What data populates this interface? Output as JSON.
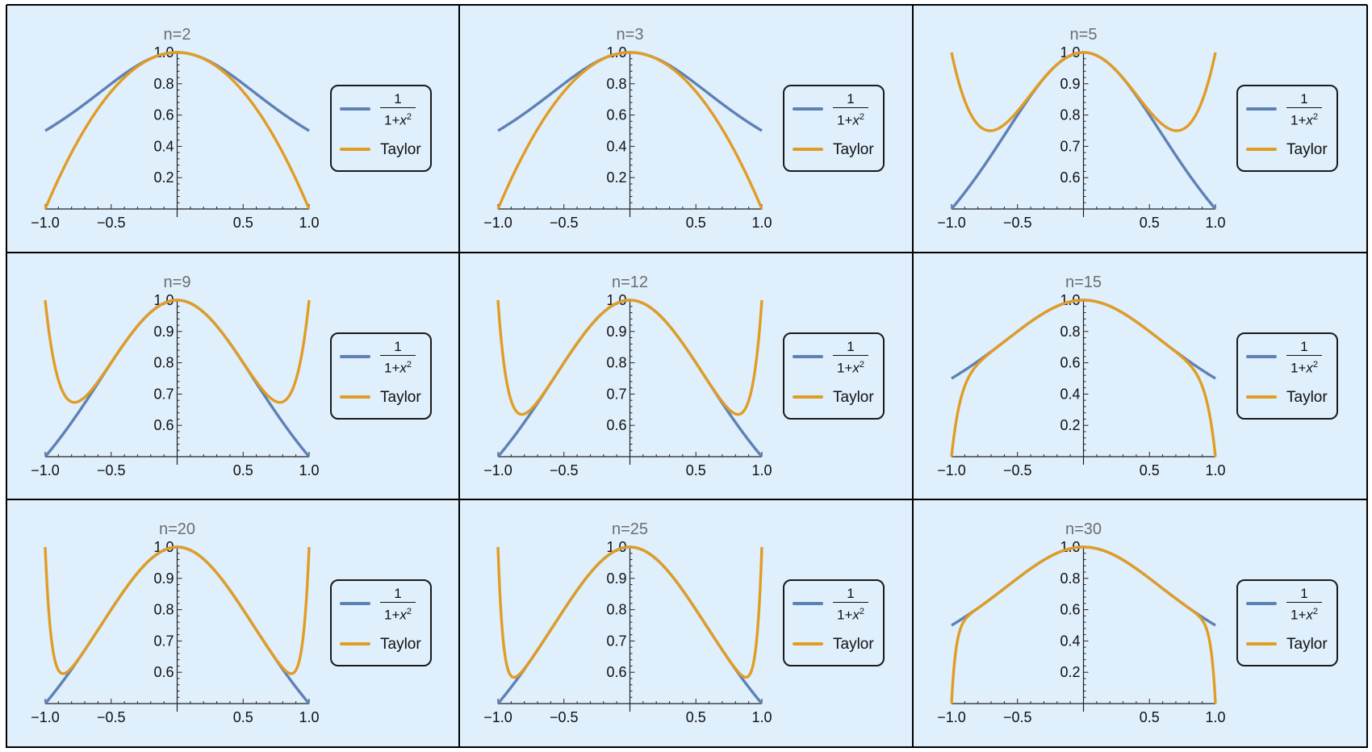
{
  "colors": {
    "background": "#dfeffc",
    "exact": "#5e81b5",
    "taylor": "#e19c24",
    "axis": "#222222",
    "title": "#6d6d6d"
  },
  "legend": {
    "exact_numerator": "1",
    "exact_denominator_prefix": "1+",
    "exact_denominator_var": "x",
    "exact_denominator_exp": "2",
    "taylor_label": "Taylor"
  },
  "chart_data": [
    {
      "type": "line",
      "title": "n=2",
      "n": 2,
      "xlim": [
        -1,
        1
      ],
      "ylim": [
        0,
        1.0
      ],
      "x_ticks": [
        "−1.0",
        "−0.5",
        "0.5",
        "1.0"
      ],
      "y_ticks": [
        "0.2",
        "0.4",
        "0.6",
        "0.8",
        "1.0"
      ],
      "series": [
        {
          "name": "1/(1+x^2)",
          "function": "1/(1+x^2)"
        },
        {
          "name": "Taylor",
          "function": "sum_{k<=n/2} (-x^2)^k"
        }
      ]
    },
    {
      "type": "line",
      "title": "n=3",
      "n": 3,
      "xlim": [
        -1,
        1
      ],
      "ylim": [
        0,
        1.0
      ],
      "x_ticks": [
        "−1.0",
        "−0.5",
        "0.5",
        "1.0"
      ],
      "y_ticks": [
        "0.2",
        "0.4",
        "0.6",
        "0.8",
        "1.0"
      ],
      "series": [
        {
          "name": "1/(1+x^2)",
          "function": "1/(1+x^2)"
        },
        {
          "name": "Taylor",
          "function": "sum_{k<=n/2} (-x^2)^k"
        }
      ]
    },
    {
      "type": "line",
      "title": "n=5",
      "n": 5,
      "xlim": [
        -1,
        1
      ],
      "ylim": [
        0.5,
        1.0
      ],
      "x_ticks": [
        "−1.0",
        "−0.5",
        "0.5",
        "1.0"
      ],
      "y_ticks": [
        "0.6",
        "0.7",
        "0.8",
        "0.9",
        "1.0"
      ],
      "series": [
        {
          "name": "1/(1+x^2)",
          "function": "1/(1+x^2)"
        },
        {
          "name": "Taylor",
          "function": "sum_{k<=n/2} (-x^2)^k"
        }
      ]
    },
    {
      "type": "line",
      "title": "n=9",
      "n": 9,
      "xlim": [
        -1,
        1
      ],
      "ylim": [
        0.5,
        1.0
      ],
      "x_ticks": [
        "−1.0",
        "−0.5",
        "0.5",
        "1.0"
      ],
      "y_ticks": [
        "0.6",
        "0.7",
        "0.8",
        "0.9",
        "1.0"
      ],
      "series": [
        {
          "name": "1/(1+x^2)",
          "function": "1/(1+x^2)"
        },
        {
          "name": "Taylor",
          "function": "sum_{k<=n/2} (-x^2)^k"
        }
      ]
    },
    {
      "type": "line",
      "title": "n=12",
      "n": 12,
      "xlim": [
        -1,
        1
      ],
      "ylim": [
        0.5,
        1.0
      ],
      "x_ticks": [
        "−1.0",
        "−0.5",
        "0.5",
        "1.0"
      ],
      "y_ticks": [
        "0.6",
        "0.7",
        "0.8",
        "0.9",
        "1.0"
      ],
      "series": [
        {
          "name": "1/(1+x^2)",
          "function": "1/(1+x^2)"
        },
        {
          "name": "Taylor",
          "function": "sum_{k<=n/2} (-x^2)^k"
        }
      ]
    },
    {
      "type": "line",
      "title": "n=15",
      "n": 15,
      "xlim": [
        -1,
        1
      ],
      "ylim": [
        0,
        1.0
      ],
      "x_ticks": [
        "−1.0",
        "−0.5",
        "0.5",
        "1.0"
      ],
      "y_ticks": [
        "0.2",
        "0.4",
        "0.6",
        "0.8",
        "1.0"
      ],
      "series": [
        {
          "name": "1/(1+x^2)",
          "function": "1/(1+x^2)"
        },
        {
          "name": "Taylor",
          "function": "sum_{k<=n/2} (-x^2)^k"
        }
      ]
    },
    {
      "type": "line",
      "title": "n=20",
      "n": 20,
      "xlim": [
        -1,
        1
      ],
      "ylim": [
        0.5,
        1.0
      ],
      "x_ticks": [
        "−1.0",
        "−0.5",
        "0.5",
        "1.0"
      ],
      "y_ticks": [
        "0.6",
        "0.7",
        "0.8",
        "0.9",
        "1.0"
      ],
      "series": [
        {
          "name": "1/(1+x^2)",
          "function": "1/(1+x^2)"
        },
        {
          "name": "Taylor",
          "function": "sum_{k<=n/2} (-x^2)^k"
        }
      ]
    },
    {
      "type": "line",
      "title": "n=25",
      "n": 25,
      "xlim": [
        -1,
        1
      ],
      "ylim": [
        0.5,
        1.0
      ],
      "x_ticks": [
        "−1.0",
        "−0.5",
        "0.5",
        "1.0"
      ],
      "y_ticks": [
        "0.6",
        "0.7",
        "0.8",
        "0.9",
        "1.0"
      ],
      "series": [
        {
          "name": "1/(1+x^2)",
          "function": "1/(1+x^2)"
        },
        {
          "name": "Taylor",
          "function": "sum_{k<=n/2} (-x^2)^k"
        }
      ]
    },
    {
      "type": "line",
      "title": "n=30",
      "n": 30,
      "xlim": [
        -1,
        1
      ],
      "ylim": [
        0,
        1.0
      ],
      "x_ticks": [
        "−1.0",
        "−0.5",
        "0.5",
        "1.0"
      ],
      "y_ticks": [
        "0.2",
        "0.4",
        "0.6",
        "0.8",
        "1.0"
      ],
      "series": [
        {
          "name": "1/(1+x^2)",
          "function": "1/(1+x^2)"
        },
        {
          "name": "Taylor",
          "function": "sum_{k<=n/2} (-x^2)^k"
        }
      ]
    }
  ]
}
